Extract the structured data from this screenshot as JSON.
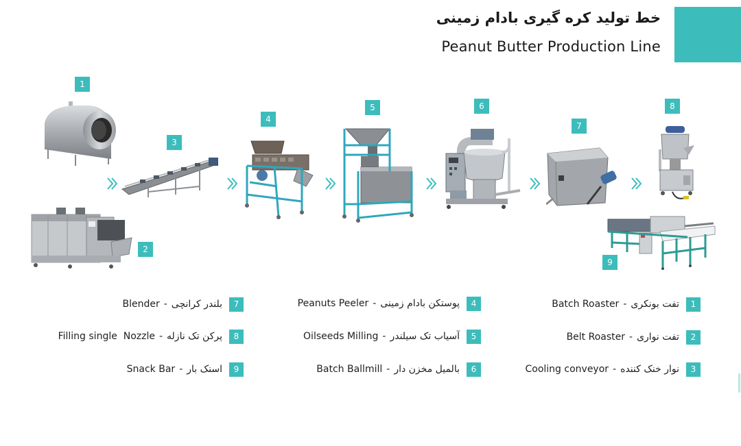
{
  "header": {
    "title_fa": "خط تولید کره گیری بادام زمینی",
    "title_en": "Peanut Butter Production Line",
    "accent_color": "#3dbcbc"
  },
  "diagram": {
    "badges": [
      "1",
      "2",
      "3",
      "4",
      "5",
      "6",
      "7",
      "8",
      "9"
    ],
    "arrow_icon": "double-chevron-right-icon",
    "machines": [
      {
        "number": "1",
        "name": "Batch Roaster"
      },
      {
        "number": "2",
        "name": "Belt Roaster"
      },
      {
        "number": "3",
        "name": "Cooling conveyor"
      },
      {
        "number": "4",
        "name": "Peanuts Peeler"
      },
      {
        "number": "5",
        "name": "Oilseeds Milling"
      },
      {
        "number": "6",
        "name": "Batch Ballmill"
      },
      {
        "number": "7",
        "name": "Blender"
      },
      {
        "number": "8",
        "name": "Filling single Nozzle"
      },
      {
        "number": "9",
        "name": "Snack Bar"
      }
    ]
  },
  "legend": {
    "separator": "-",
    "items": [
      {
        "number": "1",
        "en": "Batch Roaster",
        "fa": "تفت بونکری"
      },
      {
        "number": "2",
        "en": "Belt Roaster",
        "fa": "تفت نواری"
      },
      {
        "number": "3",
        "en": "Cooling conveyor",
        "fa": "نوار خنک کننده"
      },
      {
        "number": "4",
        "en": "Peanuts Peeler",
        "fa": "پوستکن بادام زمینی"
      },
      {
        "number": "5",
        "en": "Oilseeds Milling",
        "fa": "آسیاب تک سیلندر"
      },
      {
        "number": "6",
        "en": "Batch Ballmill",
        "fa": "بالمیل مخزن دار"
      },
      {
        "number": "7",
        "en": "Blender",
        "fa": "بلندر کرانچی"
      },
      {
        "number": "8",
        "en": "Filling single  Nozzle",
        "fa": "پرکن تک نازله"
      },
      {
        "number": "9",
        "en": "Snack Bar",
        "fa": "اسنک بار"
      }
    ]
  }
}
